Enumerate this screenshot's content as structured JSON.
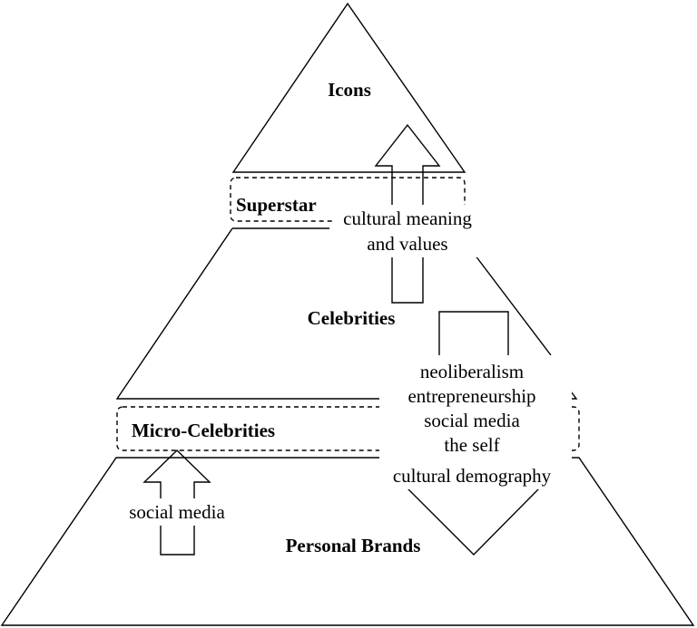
{
  "levels": {
    "icons": "Icons",
    "superstar": "Superstar",
    "celebrities": "Celebrities",
    "micro_celebrities": "Micro-Celebrities",
    "personal_brands": "Personal Brands"
  },
  "arrows": {
    "up_top": {
      "lines": [
        "cultural meaning",
        "and values"
      ]
    },
    "down_right": {
      "lines": [
        "neoliberalism",
        "entrepreneurship",
        "social media",
        "the self",
        "cultural demography"
      ]
    },
    "up_left": {
      "lines": [
        "social media"
      ]
    }
  }
}
